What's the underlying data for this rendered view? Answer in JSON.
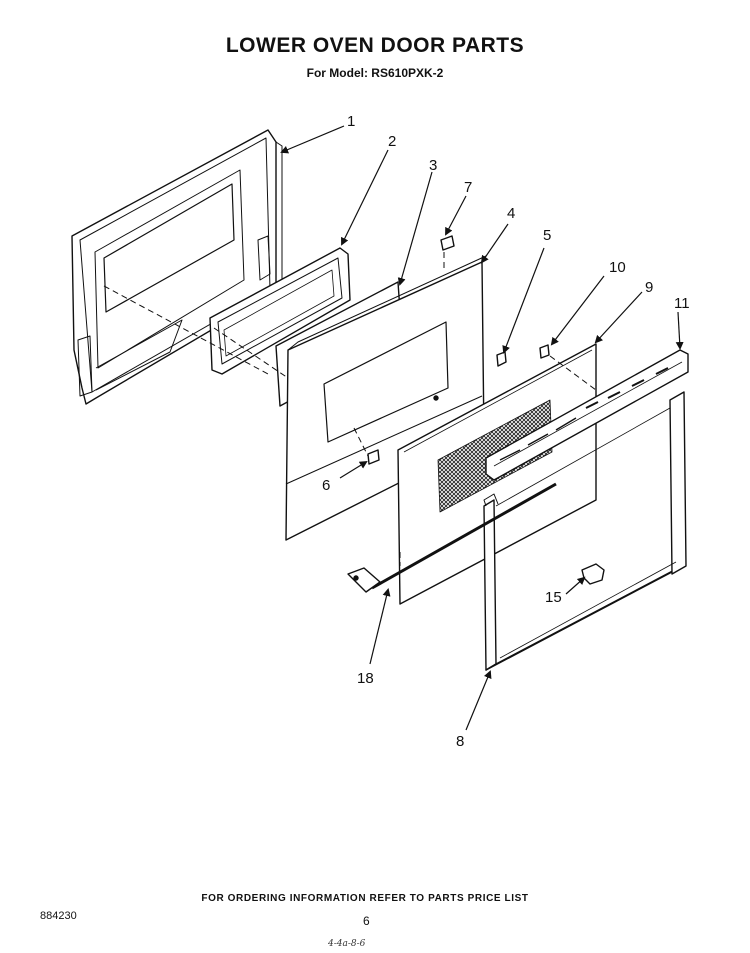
{
  "header": {
    "title": "LOWER OVEN DOOR PARTS",
    "subtitle": "For Model: RS610PXK-2"
  },
  "callouts": [
    "1",
    "2",
    "3",
    "7",
    "4",
    "5",
    "10",
    "9",
    "11",
    "6",
    "15",
    "18",
    "8"
  ],
  "footer": {
    "ordering_note": "FOR ORDERING INFORMATION REFER TO PARTS PRICE LIST",
    "document_number": "884230",
    "page_number": "6",
    "handwritten_note": "4-4a-8-6"
  }
}
